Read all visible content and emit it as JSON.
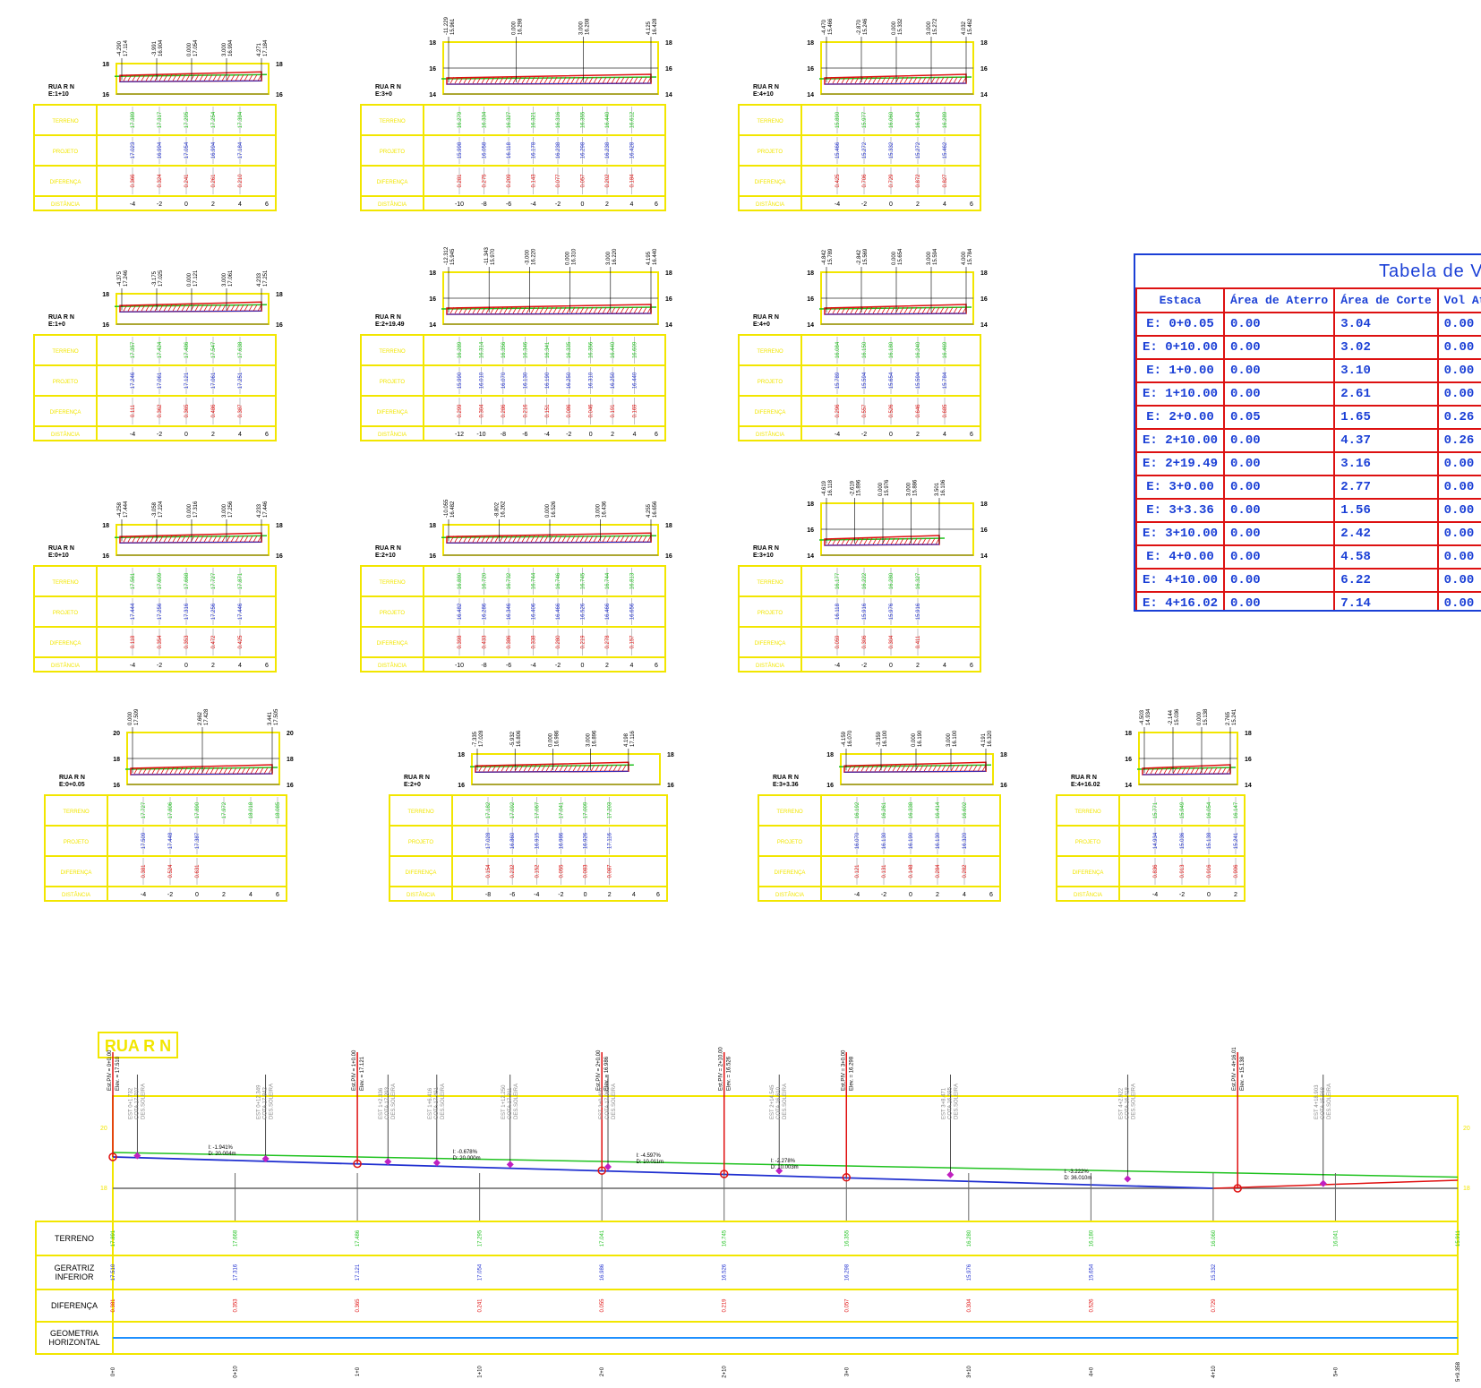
{
  "sections": [
    {
      "label": "RUA R N",
      "station": "E:1+10",
      "elev": [
        "18",
        "16"
      ],
      "terreno": [
        "17.389",
        "17.317",
        "17.295",
        "17.254",
        "17.394"
      ],
      "projeto": [
        "17.023",
        "16.994",
        "17.054",
        "16.994",
        "17.184"
      ],
      "diferenca": [
        "0.366",
        "0.324",
        "0.241",
        "0.261",
        "0.210"
      ],
      "distancia": [
        "-4",
        "-2",
        "0",
        "2",
        "4",
        "6"
      ],
      "tops": [
        [
          "-4.290",
          "17.114"
        ],
        [
          "-3.991",
          "16.904"
        ],
        [
          "0.000",
          "17.054"
        ],
        [
          "3.000",
          "16.994"
        ],
        [
          "4.271",
          "17.184"
        ]
      ]
    },
    {
      "label": "RUA R N",
      "station": "E:3+0",
      "elev": [
        "18",
        "16",
        "14"
      ],
      "terreno": [
        "16.279",
        "16.334",
        "16.327",
        "16.321",
        "16.316",
        "16.355",
        "16.440",
        "16.612"
      ],
      "projeto": [
        "15.998",
        "16.058",
        "16.118",
        "16.178",
        "16.238",
        "16.298",
        "16.238",
        "16.428"
      ],
      "diferenca": [
        "0.281",
        "0.275",
        "0.209",
        "0.143",
        "0.077",
        "0.057",
        "0.202",
        "0.184"
      ],
      "distancia": [
        "-10",
        "-8",
        "-6",
        "-4",
        "-2",
        "0",
        "2",
        "4",
        "6"
      ],
      "tops": [
        [
          "-11.229",
          "15.961"
        ],
        [
          "0.000",
          "16.298"
        ],
        [
          "3.000",
          "16.208"
        ],
        [
          "4.125",
          "16.428"
        ]
      ]
    },
    {
      "label": "RUA R N",
      "station": "E:4+10",
      "elev": [
        "18",
        "16",
        "14"
      ],
      "terreno": [
        "15.890",
        "15.977",
        "16.060",
        "16.143",
        "16.289"
      ],
      "projeto": [
        "15.466",
        "15.272",
        "15.332",
        "15.272",
        "15.462"
      ],
      "diferenca": [
        "0.425",
        "0.706",
        "0.729",
        "0.872",
        "0.827"
      ],
      "distancia": [
        "-4",
        "-2",
        "0",
        "2",
        "4",
        "6"
      ],
      "tops": [
        [
          "-4.470",
          "15.466"
        ],
        [
          "-2.870",
          "15.246"
        ],
        [
          "0.000",
          "15.332"
        ],
        [
          "3.000",
          "15.272"
        ],
        [
          "4.032",
          "15.462"
        ]
      ]
    },
    {
      "label": "RUA R N",
      "station": "E:1+0",
      "elev": [
        "18",
        "16"
      ],
      "terreno": [
        "17.357",
        "17.424",
        "17.486",
        "17.547",
        "17.638"
      ],
      "projeto": [
        "17.246",
        "17.061",
        "17.121",
        "17.061",
        "17.251"
      ],
      "diferenca": [
        "0.111",
        "0.362",
        "0.365",
        "0.486",
        "0.387"
      ],
      "distancia": [
        "-4",
        "-2",
        "0",
        "2",
        "4",
        "6"
      ],
      "tops": [
        [
          "-4.375",
          "17.246"
        ],
        [
          "-3.175",
          "17.025"
        ],
        [
          "0.000",
          "17.121"
        ],
        [
          "3.000",
          "17.061"
        ],
        [
          "4.233",
          "17.251"
        ]
      ]
    },
    {
      "label": "RUA R N",
      "station": "E:2+19.49",
      "elev": [
        "18",
        "16",
        "14"
      ],
      "terreno": [
        "16.289",
        "16.314",
        "16.356",
        "16.346",
        "16.341",
        "16.335",
        "16.356",
        "16.440",
        "16.609"
      ],
      "projeto": [
        "15.990",
        "16.010",
        "16.070",
        "16.130",
        "16.190",
        "16.250",
        "16.310",
        "16.250",
        "16.440"
      ],
      "diferenca": [
        "0.299",
        "0.304",
        "0.286",
        "0.216",
        "0.151",
        "0.086",
        "0.046",
        "0.191",
        "0.169"
      ],
      "distancia": [
        "-12",
        "-10",
        "-8",
        "-6",
        "-4",
        "-2",
        "0",
        "2",
        "4",
        "6"
      ],
      "tops": [
        [
          "-12.312",
          "15.945"
        ],
        [
          "-11.343",
          "15.970"
        ],
        [
          "-3.000",
          "16.220"
        ],
        [
          "0.000",
          "16.310"
        ],
        [
          "3.000",
          "16.220"
        ],
        [
          "4.195",
          "16.440"
        ]
      ]
    },
    {
      "label": "RUA R N",
      "station": "E:4+0",
      "elev": [
        "18",
        "16",
        "14"
      ],
      "terreno": [
        "16.084",
        "16.150",
        "16.180",
        "16.240",
        "16.469"
      ],
      "projeto": [
        "15.789",
        "15.594",
        "15.654",
        "15.594",
        "15.784"
      ],
      "diferenca": [
        "0.296",
        "0.557",
        "0.526",
        "0.646",
        "0.685"
      ],
      "distancia": [
        "-4",
        "-2",
        "0",
        "2",
        "4",
        "6"
      ],
      "tops": [
        [
          "-4.842",
          "15.789"
        ],
        [
          "-2.842",
          "15.569"
        ],
        [
          "0.000",
          "15.654"
        ],
        [
          "3.000",
          "15.594"
        ],
        [
          "4.000",
          "15.784"
        ]
      ]
    },
    {
      "label": "RUA R N",
      "station": "E:0+10",
      "elev": [
        "18",
        "16"
      ],
      "terreno": [
        "17.561",
        "17.609",
        "17.668",
        "17.727",
        "17.871"
      ],
      "projeto": [
        "17.444",
        "17.256",
        "17.316",
        "17.256",
        "17.446"
      ],
      "diferenca": [
        "0.118",
        "0.354",
        "0.353",
        "0.472",
        "0.425"
      ],
      "distancia": [
        "-4",
        "-2",
        "0",
        "2",
        "4",
        "6"
      ],
      "tops": [
        [
          "-4.258",
          "17.444"
        ],
        [
          "-3.058",
          "17.224"
        ],
        [
          "0.000",
          "17.316"
        ],
        [
          "3.000",
          "17.256"
        ],
        [
          "4.233",
          "17.446"
        ]
      ]
    },
    {
      "label": "RUA R N",
      "station": "E:2+10",
      "elev": [
        "18",
        "16"
      ],
      "terreno": [
        "16.880",
        "16.720",
        "16.732",
        "16.744",
        "16.746",
        "16.745",
        "16.744",
        "16.813"
      ],
      "projeto": [
        "16.482",
        "16.286",
        "16.346",
        "16.406",
        "16.466",
        "16.526",
        "16.466",
        "16.656"
      ],
      "diferenca": [
        "0.398",
        "0.433",
        "0.386",
        "0.338",
        "0.280",
        "0.219",
        "0.278",
        "0.157"
      ],
      "distancia": [
        "-10",
        "-8",
        "-6",
        "-4",
        "-2",
        "0",
        "2",
        "4",
        "6"
      ],
      "tops": [
        [
          "-10.055",
          "16.482"
        ],
        [
          "-8.802",
          "16.262"
        ],
        [
          "0.000",
          "16.526"
        ],
        [
          "3.000",
          "16.436"
        ],
        [
          "4.255",
          "16.656"
        ]
      ]
    },
    {
      "label": "RUA R N",
      "station": "E:3+10",
      "elev": [
        "18",
        "16",
        "14"
      ],
      "terreno": [
        "16.177",
        "16.222",
        "16.280",
        "16.327"
      ],
      "projeto": [
        "16.118",
        "15.916",
        "15.976",
        "15.916"
      ],
      "diferenca": [
        "0.059",
        "0.306",
        "0.304",
        "0.411"
      ],
      "distancia": [
        "-4",
        "-2",
        "0",
        "2",
        "4",
        "6"
      ],
      "tops": [
        [
          "-4.619",
          "16.118"
        ],
        [
          "-2.619",
          "15.896"
        ],
        [
          "0.000",
          "15.976"
        ],
        [
          "3.000",
          "15.886"
        ],
        [
          "3.501",
          "16.106"
        ]
      ]
    },
    {
      "label": "RUA R N",
      "station": "E:0+0.05",
      "elev": [
        "20",
        "18",
        "16"
      ],
      "terreno": [
        "17.727",
        "17.806",
        "17.890",
        "17.972",
        "18.018",
        "18.085"
      ],
      "projeto": [
        "17.509",
        "17.448",
        "17.387"
      ],
      "diferenca": [
        "0.381",
        "0.524",
        "0.631"
      ],
      "distancia": [
        "-4",
        "-2",
        "0",
        "2",
        "4",
        "6"
      ],
      "tops": [
        [
          "0.000",
          "17.509"
        ],
        [
          "2.662",
          "17.428"
        ],
        [
          "3.441",
          "17.505"
        ]
      ]
    },
    {
      "label": "RUA R N",
      "station": "E:2+0",
      "elev": [
        "18",
        "16"
      ],
      "terreno": [
        "17.182",
        "17.092",
        "17.067",
        "17.041",
        "17.009",
        "17.203"
      ],
      "projeto": [
        "17.028",
        "16.860",
        "16.915",
        "16.986",
        "16.926",
        "17.116"
      ],
      "diferenca": [
        "0.154",
        "0.232",
        "0.152",
        "0.055",
        "0.083",
        "0.087"
      ],
      "distancia": [
        "-8",
        "-6",
        "-4",
        "-2",
        "0",
        "2",
        "4",
        "6"
      ],
      "tops": [
        [
          "-7.335",
          "17.028"
        ],
        [
          "-5.932",
          "16.806"
        ],
        [
          "0.000",
          "16.986"
        ],
        [
          "3.000",
          "16.896"
        ],
        [
          "4.198",
          "17.116"
        ]
      ]
    },
    {
      "label": "RUA R N",
      "station": "E:3+3.36",
      "elev": [
        "18",
        "16"
      ],
      "terreno": [
        "16.192",
        "16.261",
        "16.338",
        "16.414",
        "16.602"
      ],
      "projeto": [
        "16.070",
        "16.130",
        "16.190",
        "16.130",
        "16.320"
      ],
      "diferenca": [
        "0.121",
        "0.131",
        "0.148",
        "0.284",
        "0.282"
      ],
      "distancia": [
        "-4",
        "-2",
        "0",
        "2",
        "4",
        "6"
      ],
      "tops": [
        [
          "-4.159",
          "16.070"
        ],
        [
          "-3.359",
          "16.100"
        ],
        [
          "0.000",
          "16.190"
        ],
        [
          "3.000",
          "16.100"
        ],
        [
          "4.191",
          "16.320"
        ]
      ]
    },
    {
      "label": "RUA R N",
      "station": "E:4+16.02",
      "elev": [
        "18",
        "16",
        "14"
      ],
      "terreno": [
        "15.771",
        "15.949",
        "16.054",
        "16.147"
      ],
      "projeto": [
        "14.934",
        "15.036",
        "15.138",
        "15.241"
      ],
      "diferenca": [
        "0.836",
        "0.913",
        "0.916",
        "0.906"
      ],
      "distancia": [
        "-4",
        "-2",
        "0",
        "2"
      ],
      "tops": [
        [
          "-4.503",
          "14.934"
        ],
        [
          "-2.144",
          "15.036"
        ],
        [
          "0.000",
          "15.138"
        ],
        [
          "2.765",
          "15.241"
        ]
      ]
    }
  ],
  "section_rows": [
    "TERRENO",
    "PROJETO",
    "DIFERENÇA",
    "DISTÂNCIA"
  ],
  "volume_table": {
    "title": "Tabela de Volumes",
    "headers": [
      "Estaca",
      "Área de Aterro",
      "Área de Corte",
      "Vol Aterro"
    ],
    "rows": [
      [
        "E: 0+0.05",
        "0.00",
        "3.04",
        "0.00"
      ],
      [
        "E: 0+10.00",
        "0.00",
        "3.02",
        "0.00"
      ],
      [
        "E: 1+0.00",
        "0.00",
        "3.10",
        "0.00"
      ],
      [
        "E: 1+10.00",
        "0.00",
        "2.61",
        "0.00"
      ],
      [
        "E: 2+0.00",
        "0.05",
        "1.65",
        "0.26"
      ],
      [
        "E: 2+10.00",
        "0.00",
        "4.37",
        "0.26"
      ],
      [
        "E: 2+19.49",
        "0.00",
        "3.16",
        "0.00"
      ],
      [
        "E: 3+0.00",
        "0.00",
        "2.77",
        "0.00"
      ],
      [
        "E: 3+3.36",
        "0.00",
        "1.56",
        "0.00"
      ],
      [
        "E: 3+10.00",
        "0.00",
        "2.42",
        "0.00"
      ],
      [
        "E: 4+0.00",
        "0.00",
        "4.58",
        "0.00"
      ],
      [
        "E: 4+10.00",
        "0.00",
        "6.22",
        "0.00"
      ],
      [
        "E: 4+16.02",
        "0.00",
        "7.14",
        "0.00"
      ]
    ]
  },
  "profile": {
    "title": "RUA R N",
    "row_labels": [
      [
        "TERRENO"
      ],
      [
        "GERATRIZ",
        "INFERIOR"
      ],
      [
        "DIFERENÇA"
      ],
      [
        "GEOMETRIA",
        "HORIZONTAL"
      ]
    ],
    "terreno": [
      "17.891",
      "17.668",
      "17.486",
      "17.295",
      "17.041",
      "16.745",
      "16.355",
      "16.280",
      "16.180",
      "16.060",
      "16.041",
      "15.911"
    ],
    "geratriz": [
      "17.510",
      "17.316",
      "17.121",
      "17.054",
      "16.986",
      "16.526",
      "16.298",
      "15.976",
      "15.654",
      "15.332"
    ],
    "diferenca": [
      "0.381",
      "0.353",
      "0.365",
      "0.241",
      "0.055",
      "0.219",
      "0.057",
      "0.304",
      "0.526",
      "0.729"
    ],
    "stations": [
      "0+0",
      "0+10",
      "1+0",
      "1+10",
      "2+0",
      "2+10",
      "3+0",
      "3+10",
      "4+0",
      "4+10",
      "5+0",
      "5+9.358"
    ],
    "piv": [
      {
        "station": "Est.PIV = 0+0.00",
        "elev": "Elev. = 17.510"
      },
      {
        "station": "Est.PIV = 1+0.00",
        "elev": "Elev. = 17.121"
      },
      {
        "station": "Est.PIV = 2+0.00",
        "elev": "Elev. = 16.986"
      },
      {
        "station": "Est.PIV = 2+10.00",
        "elev": "Elev. = 16.526"
      },
      {
        "station": "Est.PIV = 3+0.00",
        "elev": "Elev. = 16.298"
      },
      {
        "station": "Est.PIV = 4+16.01",
        "elev": "Elev. = 15.138"
      }
    ],
    "soleiras": [
      [
        "EST 0+1.732",
        "COTA 17.707",
        "DES.SOLEIRA"
      ],
      [
        "EST 0+12.349",
        "COTA 17.842",
        "DES.SOLEIRA"
      ],
      [
        "EST 1+2.336",
        "COTA 17.293",
        "DES.SOLEIRA"
      ],
      [
        "EST 1+6.416",
        "COTA 17.491",
        "DES.SOLEIRA"
      ],
      [
        "EST 1+12.250",
        "COTA 17.311",
        "DES.SOLEIRA"
      ],
      [
        "EST 2+0.400",
        "COTA 17.062",
        "DES.SOLEIRA"
      ],
      [
        "EST 2+14.545",
        "COTA 16.610",
        "DES.SOLEIRA"
      ],
      [
        "EST 3+8.471",
        "COTA 16.595",
        "DES.SOLEIRA"
      ],
      [
        "EST 4+2.922",
        "COTA 16.418",
        "DES.SOLEIRA"
      ],
      [
        "EST 4+18.903",
        "COTA 15.568",
        "DES.SOLEIRA"
      ]
    ],
    "grades": [
      [
        "I: -1.941%",
        "D: 20.004m"
      ],
      [
        "I: -0.678%",
        "D: 20.000m"
      ],
      [
        "I: -4.597%",
        "D: 10.011m"
      ],
      [
        "I: -2.278%",
        "D: 10.003m"
      ],
      [
        "I: -3.222%",
        "D: 36.010m"
      ]
    ],
    "axis": [
      "20",
      "18"
    ]
  }
}
